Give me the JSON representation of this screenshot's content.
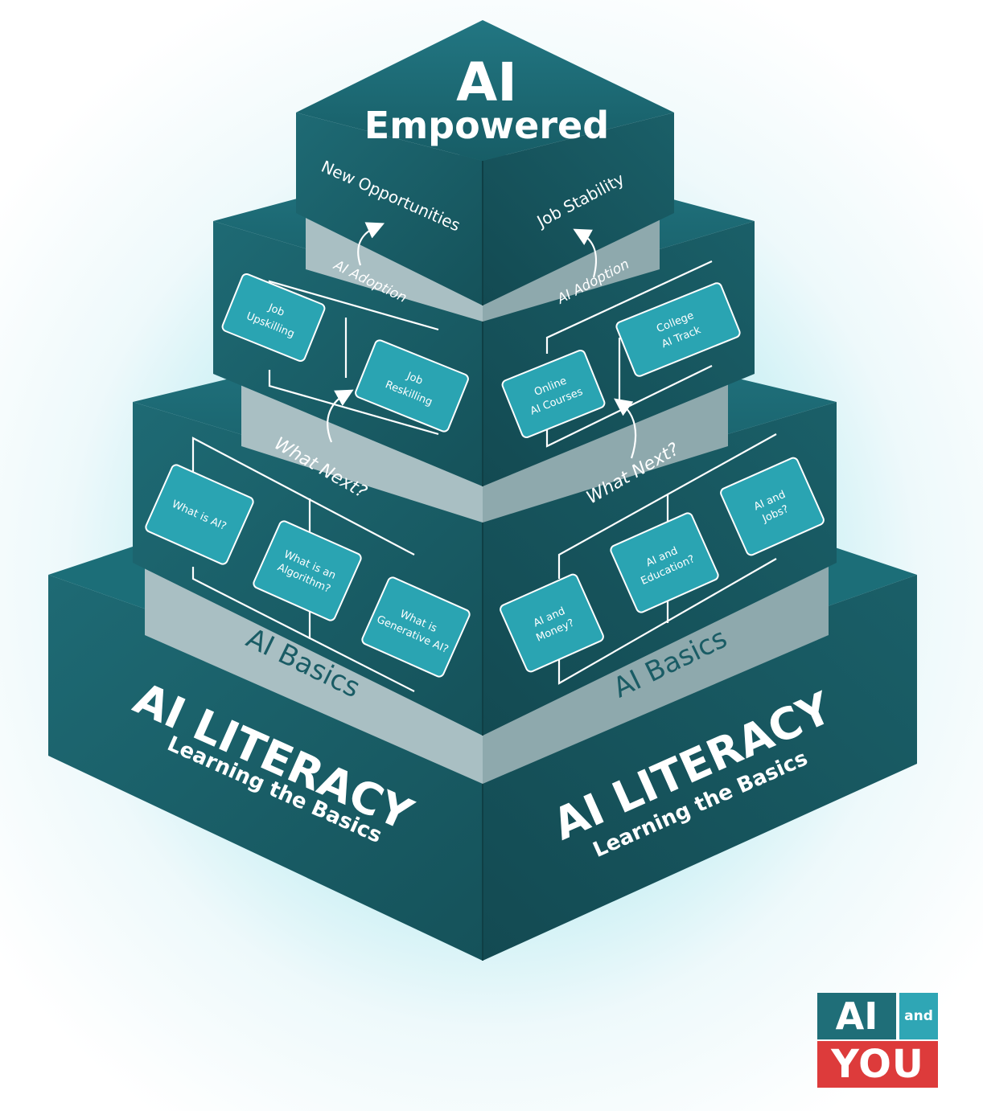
{
  "top": {
    "title_line1": "AI",
    "title_line2": "Empowered",
    "left_outcome": "New Opportunities",
    "right_outcome": "Job Stability"
  },
  "tier2": {
    "left_label": "AI Adoption",
    "right_label": "AI Adoption",
    "left_cards": [
      [
        "Job",
        "Upskilling"
      ],
      [
        "Job",
        "Reskilling"
      ]
    ],
    "right_cards": [
      [
        "Online",
        "AI Courses"
      ],
      [
        "College",
        "AI Track"
      ]
    ]
  },
  "tier3": {
    "left_label": "What Next?",
    "right_label": "What Next?",
    "left_cards": [
      [
        "What is AI?"
      ],
      [
        "What is an",
        "Algorithm?"
      ],
      [
        "What is",
        "Generative AI?"
      ]
    ],
    "right_cards": [
      [
        "AI and",
        "Money?"
      ],
      [
        "AI and",
        "Education?"
      ],
      [
        "AI and",
        "Jobs?"
      ]
    ],
    "left_band": "AI Basics",
    "right_band": "AI Basics"
  },
  "base": {
    "left_title": "AI LITERACY",
    "left_subtitle": "Learning the Basics",
    "right_title": "AI LITERACY",
    "right_subtitle": "Learning the Basics"
  },
  "logo": {
    "ai": "AI",
    "and": "and",
    "you": "YOU"
  },
  "colors": {
    "top_face": "#1c6670",
    "left_face": "#1a5c65",
    "right_face": "#164f57",
    "card": "#2aa4b2",
    "band": "#a9bfc3",
    "logo_blue": "#1f6e78",
    "logo_red": "#dd3b3b"
  }
}
